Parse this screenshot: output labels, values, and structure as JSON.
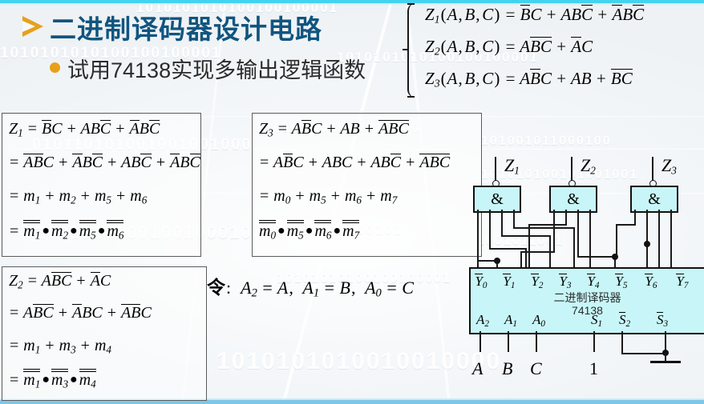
{
  "slide": {
    "accent_top": "#45d2ef",
    "accent_bottom": "#7ec6e8",
    "title_color": "#10557f",
    "bullet_color": "#e8a01b",
    "chip_fill": "#c8f6f8"
  },
  "header": {
    "title": "二进制译码器设计电路",
    "subtitle": "试用74138实现多输出逻辑函数",
    "arrow_icon": "arrow-right-icon",
    "bullet_icon": "bullet-dot-icon"
  },
  "system": {
    "lines": [
      "Z1(A,B,C) = B̅C + ABC̅ + A̅BC̅",
      "Z2(A,B,C) = AB̅C̅ + A̅C",
      "Z3(A,B,C) = AB̅C + AB + B̅C̅"
    ]
  },
  "eq_z1": {
    "name": "Z1",
    "lines": [
      "Z1 = B̅C + ABC̅ + A̅BC̅",
      "= A̅B̅C + A̅BC̅ + ABC̅ + A̅BC̅",
      "= m1 + m2 + m5 + m6",
      "= m̅1 • m̅2 • m̅5 • m̅6"
    ],
    "minterms": [
      1,
      2,
      5,
      6
    ]
  },
  "eq_z3": {
    "name": "Z3",
    "lines": [
      "Z3 = AB̅C + AB + A̅B̅C̅",
      "= AB̅C + ABC + ABC̅ + A̅B̅C̅",
      "= m0 + m5 + m6 + m7",
      "m̅0 • m̅5 • m̅6 • m̅7"
    ],
    "minterms": [
      0,
      5,
      6,
      7
    ]
  },
  "eq_z2": {
    "name": "Z2",
    "lines": [
      "Z2 = AB̅C̅ + A̅C",
      "= AB̅C̅ + A̅BC + A̅B̅C",
      "= m1 + m3 + m4",
      "= m̅1 • m̅3 • m̅4"
    ],
    "minterms": [
      1,
      3,
      4
    ]
  },
  "assignment": {
    "prefix": "令",
    "colon": ":",
    "pairs": [
      {
        "lhs": "A2",
        "rhs": "A"
      },
      {
        "lhs": "A1",
        "rhs": "B"
      },
      {
        "lhs": "A0",
        "rhs": "C"
      }
    ],
    "text": "令: A2 = A, A1 = B, A0 = C"
  },
  "circuit": {
    "gate_symbol": "&",
    "gate_labels": [
      "Z1",
      "Z2",
      "Z3"
    ],
    "chip": {
      "name_cn": "二进制译码器",
      "part_number": "74138",
      "outputs": [
        "Y0",
        "Y1",
        "Y2",
        "Y3",
        "Y4",
        "Y5",
        "Y6",
        "Y7"
      ],
      "inputs": [
        "A2",
        "A1",
        "A0"
      ],
      "enables": [
        "S1",
        "S2",
        "S3"
      ]
    },
    "input_signals": [
      "A",
      "B",
      "C"
    ],
    "enable_value": "1",
    "ground_icon": "ground-icon"
  }
}
